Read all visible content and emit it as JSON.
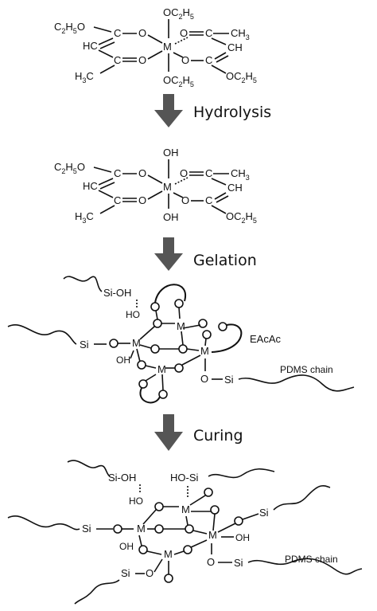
{
  "steps": {
    "hydrolysis": "Hydrolysis",
    "gelation": "Gelation",
    "curing": "Curing"
  },
  "labels": {
    "metal": "M",
    "oc2h5": "OC2H5",
    "c2h5o": "C2H5O",
    "ch3": "CH3",
    "h3c": "H3C",
    "hc": "HC",
    "ch": "CH",
    "c": "C",
    "o": "O",
    "oh": "OH",
    "ho": "HO",
    "si": "Si",
    "si_oh": "Si-OH",
    "ho_si": "HO-Si",
    "eacac": "EAcAc",
    "pdms_chain": "PDMS chain"
  },
  "colors": {
    "arrow": "#555555",
    "ink": "#111111"
  }
}
